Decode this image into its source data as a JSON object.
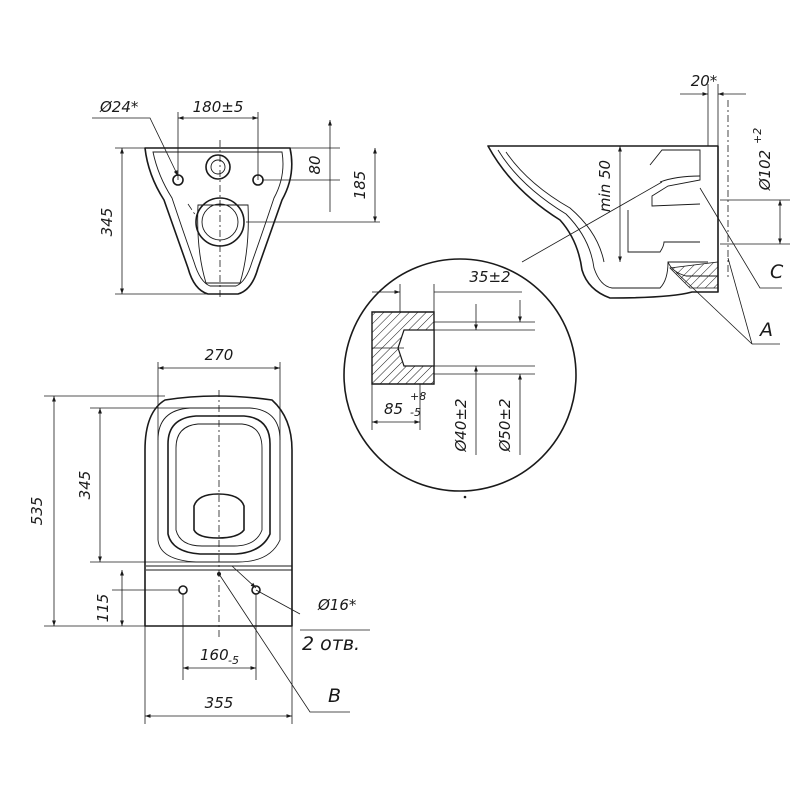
{
  "dimensions": {
    "d24": "Ø24*",
    "w180": "180±5",
    "h80": "80",
    "h185": "185",
    "h345_top": "345",
    "a20": "20*",
    "d102": "Ø102",
    "d102_tol": "+2",
    "min50": "min 50",
    "w270": "270",
    "h535": "535",
    "h345_plan": "345",
    "h115": "115",
    "w160": "160",
    "w160_tol": "-5",
    "w355": "355",
    "d16": "Ø16*",
    "holes": "2 отв.",
    "w35": "35±2",
    "w85": "85",
    "w85_tol_up": "+8",
    "w85_tol_dn": "-5",
    "d40": "Ø40±2",
    "d50": "Ø50±2"
  },
  "labels": {
    "A": "A",
    "B": "B",
    "C": "C"
  }
}
